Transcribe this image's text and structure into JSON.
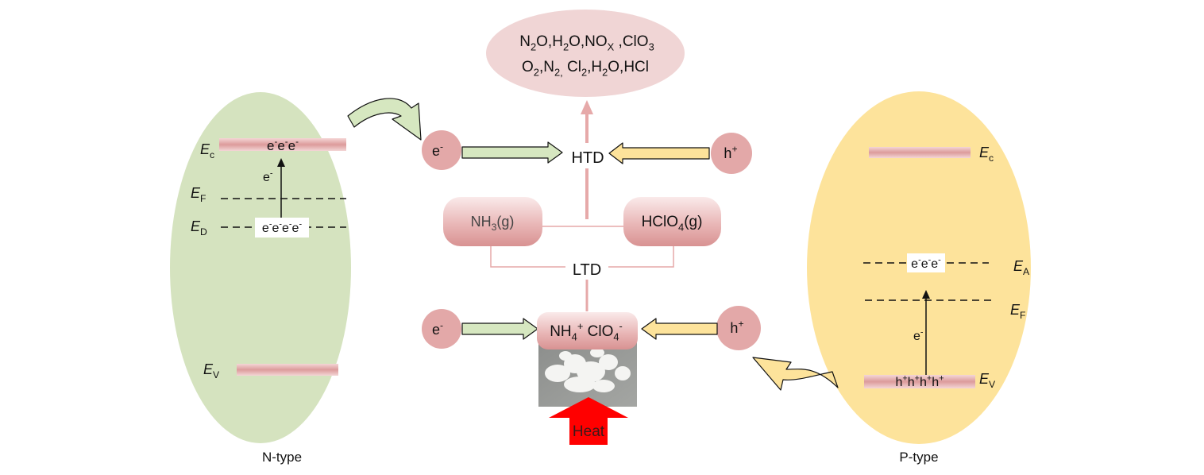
{
  "products": {
    "line1": [
      {
        "b": "N"
      },
      {
        "sub": "2"
      },
      {
        "b": "O,H"
      },
      {
        "sub": "2"
      },
      {
        "b": "O,NO"
      },
      {
        "sub": "X"
      },
      {
        "b": " ,ClO"
      },
      {
        "sub": "3"
      }
    ],
    "line2": [
      {
        "b": "O"
      },
      {
        "sub": "2"
      },
      {
        "b": ",N"
      },
      {
        "sub": "2,"
      },
      {
        "b": " Cl"
      },
      {
        "sub": "2"
      },
      {
        "b": ",H"
      },
      {
        "sub": "2"
      },
      {
        "b": "O,HCl"
      }
    ]
  },
  "center": {
    "htd": "HTD",
    "ltd": "LTD",
    "nh3": [
      {
        "b": "NH"
      },
      {
        "sub": "3"
      },
      {
        "b": "(g)"
      }
    ],
    "hclo4": [
      {
        "b": "HClO"
      },
      {
        "sub": "4"
      },
      {
        "b": "(g)"
      }
    ],
    "ap": [
      {
        "b": "NH"
      },
      {
        "sub": "4"
      },
      {
        "sup": "+"
      },
      {
        "b": " ClO"
      },
      {
        "sub": "4"
      },
      {
        "sup": "-"
      }
    ],
    "heat": "Heat"
  },
  "carriers": {
    "electron": [
      {
        "b": "e"
      },
      {
        "sup": "-"
      }
    ],
    "hole": [
      {
        "b": "h"
      },
      {
        "sup": "+"
      }
    ]
  },
  "ntype": {
    "title": "N-type",
    "ec": [
      {
        "i": "E"
      },
      {
        "sub": "c"
      }
    ],
    "ef": [
      {
        "i": "E"
      },
      {
        "sub": "F"
      }
    ],
    "ed": [
      {
        "i": "E"
      },
      {
        "sub": "D"
      }
    ],
    "ev": [
      {
        "i": "E"
      },
      {
        "sub": "V"
      }
    ],
    "cb_electrons": [
      {
        "b": "e"
      },
      {
        "sup": "-"
      },
      {
        "b": "e"
      },
      {
        "sup": "-"
      },
      {
        "b": "e"
      },
      {
        "sup": "-"
      }
    ],
    "donor_electrons": [
      {
        "b": "e"
      },
      {
        "sup": "-"
      },
      {
        "b": "e"
      },
      {
        "sup": "-"
      },
      {
        "b": "e"
      },
      {
        "sup": "-"
      },
      {
        "b": "e"
      },
      {
        "sup": "-"
      }
    ],
    "excited": [
      {
        "b": "e"
      },
      {
        "sup": "-"
      }
    ]
  },
  "ptype": {
    "title": "P-type",
    "ec": [
      {
        "i": "E"
      },
      {
        "sub": "c"
      }
    ],
    "ea": [
      {
        "i": "E"
      },
      {
        "sub": "A"
      }
    ],
    "ef": [
      {
        "i": "E"
      },
      {
        "sub": "F"
      }
    ],
    "ev": [
      {
        "i": "E"
      },
      {
        "sub": "V"
      }
    ],
    "acceptor_electrons": [
      {
        "b": "e"
      },
      {
        "sup": "-"
      },
      {
        "b": "e"
      },
      {
        "sup": "-"
      },
      {
        "b": "e"
      },
      {
        "sup": "-"
      }
    ],
    "vb_holes": [
      {
        "b": "h"
      },
      {
        "sup": "+"
      },
      {
        "b": "h"
      },
      {
        "sup": "+"
      },
      {
        "b": "h"
      },
      {
        "sup": "+"
      },
      {
        "b": "h"
      },
      {
        "sup": "+"
      }
    ],
    "excited": [
      {
        "b": "e"
      },
      {
        "sup": "-"
      }
    ]
  },
  "colors": {
    "ntype_fill": "#d5e3bf",
    "ptype_fill": "#fde39b",
    "products_fill": "#f0d5d5",
    "carrier_fill": "#e3a8a8",
    "pink_line": "#e6a9a9",
    "green_arrow": "#d6e7c0",
    "yellow_arrow": "#fde39b",
    "heat_red": "#ff0000"
  }
}
